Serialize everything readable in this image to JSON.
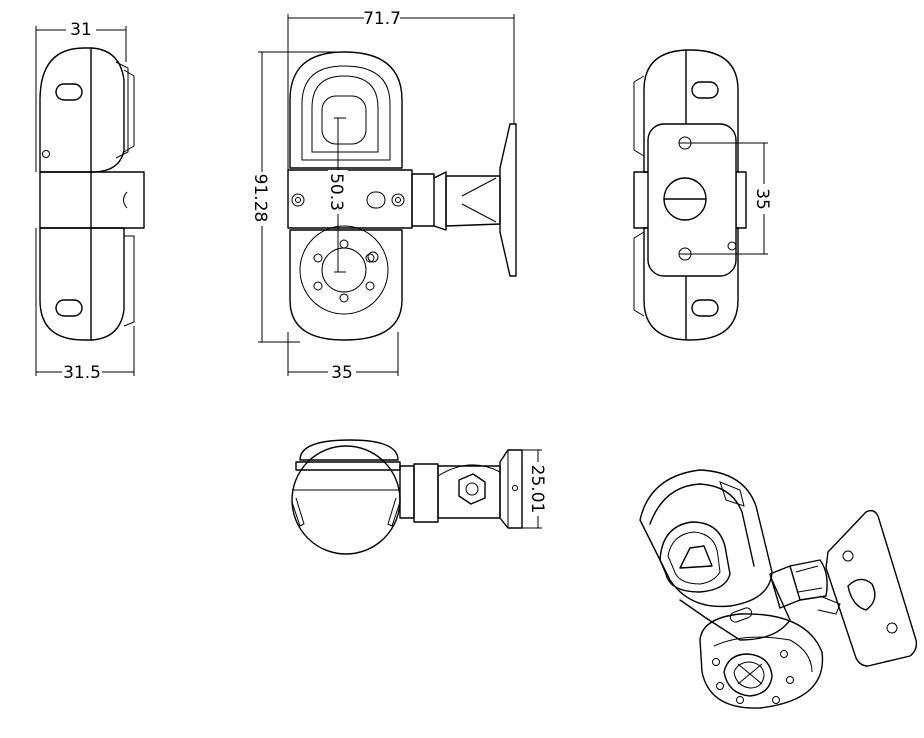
{
  "diagram": {
    "stroke_color": "#000000",
    "background_color": "#ffffff",
    "dimensions": {
      "side_top_width": "31",
      "side_bottom_width": "31.5",
      "front_total_width": "71.7",
      "front_height": "91.28",
      "front_center_distance": "50.3",
      "front_bottom_width": "35",
      "back_hole_spacing": "35",
      "top_bracket_height": "25.01"
    }
  }
}
